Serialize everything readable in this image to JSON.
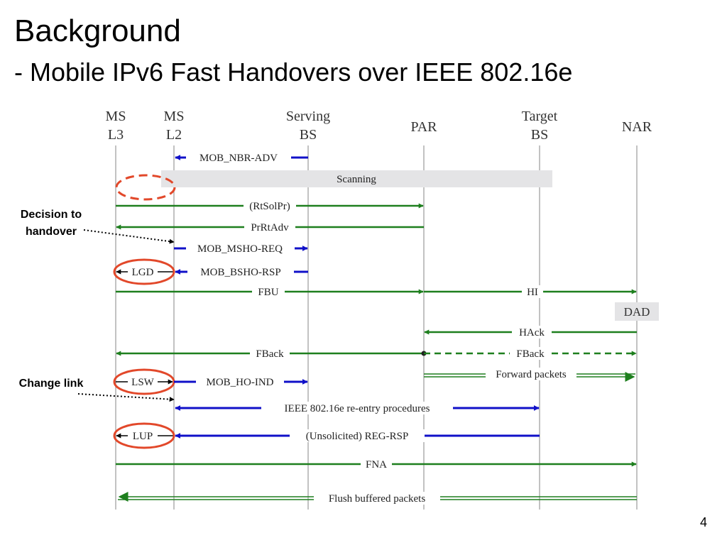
{
  "title": "Background",
  "subtitle": "- Mobile IPv6 Fast Handovers over IEEE 802.16e",
  "page_number": "4",
  "colors": {
    "green": "#1e7f1e",
    "blue": "#1010c8",
    "highlight": "#e2482a",
    "bar": "#e4e4e6",
    "lifeline": "#9a9a9a"
  },
  "entities": [
    {
      "id": "ms-l3",
      "line1": "MS",
      "line2": "L3"
    },
    {
      "id": "ms-l2",
      "line1": "MS",
      "line2": "L2"
    },
    {
      "id": "serving-bs",
      "line1": "Serving",
      "line2": "BS"
    },
    {
      "id": "par",
      "line1": "PAR",
      "line2": ""
    },
    {
      "id": "target-bs",
      "line1": "Target",
      "line2": "BS"
    },
    {
      "id": "nar",
      "line1": "NAR",
      "line2": ""
    }
  ],
  "bars": {
    "scanning": "Scanning",
    "dad": "DAD"
  },
  "messages": {
    "mob_nbr_adv": "MOB_NBR-ADV",
    "rtsolpr": "(RtSolPr)",
    "prrtadv": "PrRtAdv",
    "mob_msho_req": "MOB_MSHO-REQ",
    "lgd": "LGD",
    "mob_bsho_rsp": "MOB_BSHO-RSP",
    "fbu": "FBU",
    "hi": "HI",
    "hack": "HAck",
    "fback_left": "FBack",
    "fback_right": "FBack",
    "forward_packets": "Forward packets",
    "lsw": "LSW",
    "mob_ho_ind": "MOB_HO-IND",
    "reentry": "IEEE  802.16e re-entry procedures",
    "lup": "LUP",
    "reg_rsp": "(Unsolicited) REG-RSP",
    "fna": "FNA",
    "flush": "Flush buffered packets"
  },
  "annotations": {
    "decision_line1": "Decision to",
    "decision_line2": "handover",
    "change_link": "Change link"
  }
}
